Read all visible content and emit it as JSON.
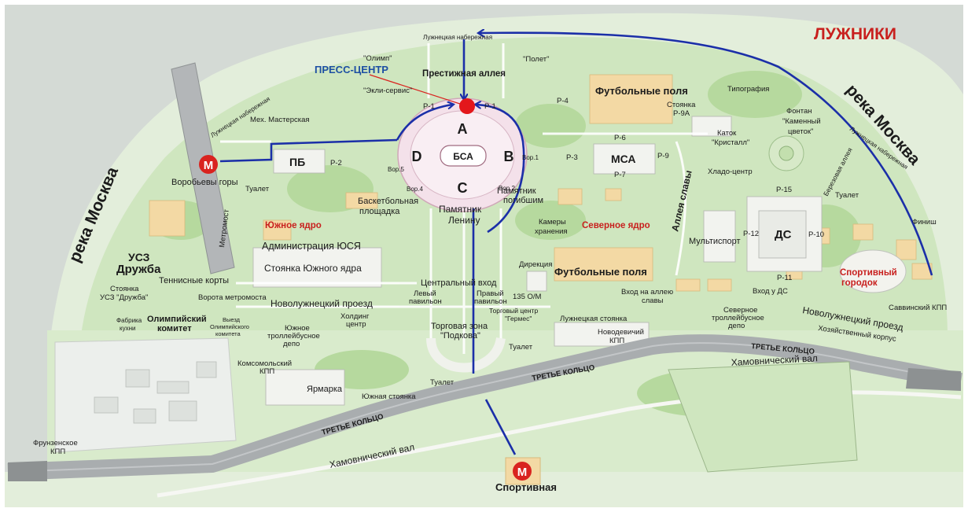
{
  "title": "ЛУЖНИКИ",
  "rivers": {
    "left": "река Москва",
    "right": "река Москва"
  },
  "press_center": "ПРЕСС-ЦЕНТР",
  "metro": {
    "sport": "Спортивная",
    "vorobyovy": "Воробьевы горы",
    "metro_bridge": "Метромост",
    "symbol": "М"
  },
  "arena": {
    "name": "БСА",
    "sector_a": "A",
    "sector_b": "B",
    "sector_c": "C",
    "sector_d": "D"
  },
  "gates": {
    "vor1": "Вор.1",
    "vor2": "Вор.2",
    "vor4": "Вор.4",
    "vor5": "Вор.5"
  },
  "buildings": {
    "pb": "ПБ",
    "msa": "МСА",
    "ds": "ДС"
  },
  "parking_codes": {
    "p1_left": "Р-1",
    "p1_right": "Р-1",
    "p2": "Р-2",
    "p3": "Р-3",
    "p4": "Р-4",
    "p6": "Р-6",
    "p7": "Р-7",
    "p9": "Р-9",
    "p9a": "Р-9А",
    "p10": "Р-10",
    "p11": "Р-11",
    "p12": "Р-12",
    "p15": "Р-15"
  },
  "zones": {
    "south_core": "Южное ядро",
    "north_core": "Северное ядро",
    "sport_town_1": "Спортивный",
    "sport_town_2": "городок"
  },
  "labels": {
    "embankment_top": "Лужнецкая набережная",
    "embankment_left": "Лужнецкая набережная",
    "embankment_right": "Лужнецкая набережная",
    "polet": "\"Полет\"",
    "olimp": "\"Олимп\"",
    "prestige_alley": "Престижная аллея",
    "ekli": "\"Экли-сервис\"",
    "mech_workshop": "Мех. Мастерская",
    "football_top": "Футбольные поля",
    "parking_p9a": "Стоянка",
    "typography": "Типография",
    "fountain_1": "Фонтан",
    "fountain_2": "\"Каменный",
    "fountain_3": "цветок\"",
    "rink_1": "Каток",
    "rink_2": "\"Кристалл\"",
    "cold_center": "Хладо-центр",
    "birch_alley": "Березовая аллея",
    "toilet_right": "Туалет",
    "finish": "Финиш",
    "glory_alley": "Аллея славы",
    "multisport": "Мультиспорт",
    "entrance_ds": "Вход у ДС",
    "toilet_left": "Туалет",
    "basketball_1": "Баскетбольная",
    "basketball_2": "площадка",
    "monument_fallen_1": "Памятник",
    "monument_fallen_2": "погибшим",
    "monument_lenin_1": "Памятник",
    "monument_lenin_2": "Ленину",
    "storage_1": "Камеры",
    "storage_2": "хранения",
    "admin": "Администрация ЮСЯ",
    "parking_south": "Стоянка Южного ядра",
    "usz_1": "УСЗ",
    "usz_2": "Дружба",
    "usz_parking_1": "Стоянка",
    "usz_parking_2": "УСЗ \"Дружба\"",
    "tennis": "Теннисные корты",
    "directorate": "Дирекция",
    "football_bottom": "Футбольные поля",
    "central_entrance": "Центральный вход",
    "left_pav_1": "Левый",
    "left_pav_2": "павильон",
    "right_pav_1": "Правый",
    "right_pav_2": "павильон",
    "om135": "135 О/М",
    "glory_entrance_1": "Вход на аллею",
    "glory_entrance_2": "славы",
    "metro_gate": "Ворота метромоста",
    "novoluzh_left": "Новолужнецкий проезд",
    "novoluzh_right": "Новолужнецкий проезд",
    "holding_1": "Холдинг",
    "holding_2": "центр",
    "trade_center_1": "Торговый центр",
    "trade_center_2": "\"Гермес\"",
    "luzh_parking": "Лужнецкая стоянка",
    "novodevichy_1": "Новодевичий",
    "novodevichy_2": "КПП",
    "north_depot_1": "Северное",
    "north_depot_2": "троллейбусное",
    "north_depot_3": "депо",
    "savvinsky": "Саввинский КПП",
    "household": "Хозяйственный корпус",
    "kitchen_1": "Фабрика",
    "kitchen_2": "кухни",
    "olymp_committee_1": "Олимпийский",
    "olymp_committee_2": "комитет",
    "exit_committee_1": "Выезд",
    "exit_committee_2": "Олимпийского",
    "exit_committee_3": "комитета",
    "south_depot_1": "Южное",
    "south_depot_2": "троллейбусное",
    "south_depot_3": "депо",
    "trade_zone_1": "Торговая зона",
    "trade_zone_2": "\"Подкова\"",
    "toilet_bottom": "Туалет",
    "komsomol_1": "Комсомольский",
    "komsomol_2": "КПП",
    "fair": "Ярмарка",
    "toilet_fair": "Туалет",
    "south_parking": "Южная стоянка",
    "frunze_1": "Фрунзенское",
    "frunze_2": "КПП"
  },
  "roads": {
    "ring_top_1": "ТРЕТЬЕ КОЛЬЦО",
    "ring_top_2": "ТРЕТЬЕ КОЛЬЦО",
    "ring_bottom": "ТРЕТЬЕ КОЛЬЦО",
    "khamovnichesky_right": "Хамовнический вал",
    "khamovnichesky_left": "Хамовнический вал"
  },
  "colors": {
    "park": "#cfe6bf",
    "park_dark": "#a9d08f",
    "river": "#d5dbd6",
    "building": "#f3d9a4",
    "road": "#a9adaf",
    "route": "#1b2fa8",
    "marker": "#e3171b",
    "title": "#c8201e"
  }
}
